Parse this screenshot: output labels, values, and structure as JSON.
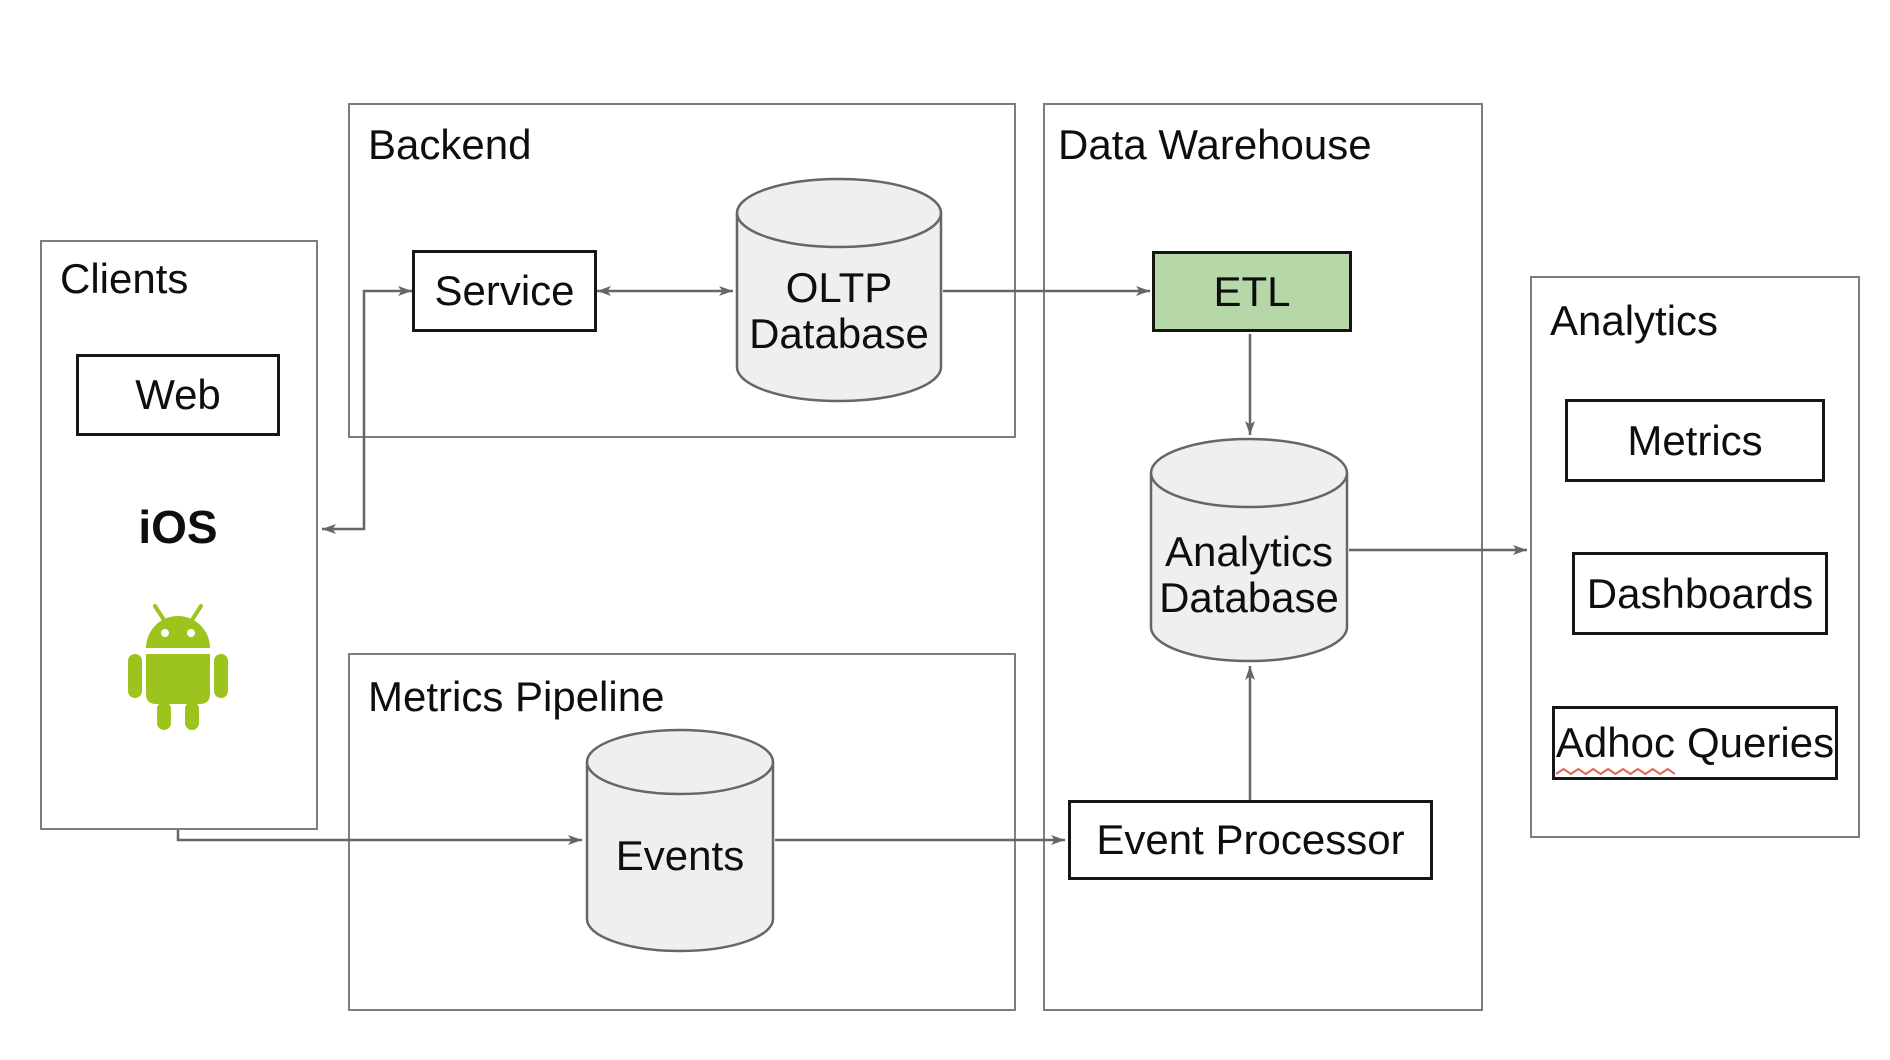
{
  "diagram": {
    "groups": {
      "clients": {
        "title": "Clients"
      },
      "backend": {
        "title": "Backend"
      },
      "metrics_pipeline": {
        "title": "Metrics Pipeline"
      },
      "data_warehouse": {
        "title": "Data Warehouse"
      },
      "analytics": {
        "title": "Analytics"
      }
    },
    "nodes": {
      "web": {
        "label": "Web"
      },
      "service": {
        "label": "Service"
      },
      "etl": {
        "label": "ETL"
      },
      "event_processor": {
        "label": "Event Processor"
      },
      "metrics": {
        "label": "Metrics"
      },
      "dashboards": {
        "label": "Dashboards"
      },
      "adhoc_queries": {
        "word1": "Adhoc",
        "word2": "Queries"
      }
    },
    "databases": {
      "oltp": {
        "line1": "OLTP",
        "line2": "Database"
      },
      "analytics_db": {
        "line1": "Analytics",
        "line2": "Database"
      },
      "events": {
        "label": "Events"
      }
    },
    "client_platforms": {
      "ios": "iOS",
      "android_icon": "android-robot-icon"
    },
    "edges": [
      {
        "from": "clients",
        "to": "service",
        "type": "bidirectional"
      },
      {
        "from": "service",
        "to": "oltp-database",
        "type": "bidirectional"
      },
      {
        "from": "oltp-database",
        "to": "etl",
        "type": "directed"
      },
      {
        "from": "etl",
        "to": "analytics-database",
        "type": "directed"
      },
      {
        "from": "analytics-database",
        "to": "analytics",
        "type": "directed"
      },
      {
        "from": "event-processor",
        "to": "analytics-database",
        "type": "directed"
      },
      {
        "from": "clients",
        "to": "events",
        "type": "directed"
      },
      {
        "from": "events",
        "to": "event-processor",
        "type": "directed"
      }
    ],
    "colors": {
      "etl_fill": "#b6d7a8",
      "cylinder_fill": "#efefef",
      "group_border": "#7d7d7d",
      "node_border": "#161616",
      "arrow": "#666666",
      "android_green": "#9DC41C",
      "spellcheck_squiggle": "#e0685c"
    }
  }
}
